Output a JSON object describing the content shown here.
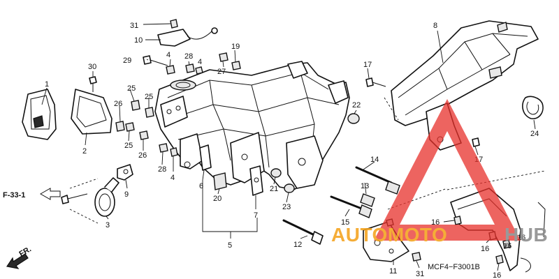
{
  "diagram": {
    "reference_label": "F-33-1",
    "front_label": "FR.",
    "drawing_code": "MCF4−F3001B",
    "callouts": {
      "c1": "1",
      "c2": "2",
      "c3": "3",
      "c4a": "4",
      "c4b": "4",
      "c4c": "4",
      "c5": "5",
      "c6": "6",
      "c7": "7",
      "c8": "8",
      "c9": "9",
      "c10": "10",
      "c11": "11",
      "c12": "12",
      "c13": "13",
      "c14": "14",
      "c15": "15",
      "c16a": "16",
      "c16b": "16",
      "c16c": "16",
      "c16d": "16",
      "c16e": "16",
      "c17a": "17",
      "c17b": "17",
      "c19": "19",
      "c20": "20",
      "c21": "21",
      "c22": "22",
      "c23": "23",
      "c24": "24",
      "c25a": "25",
      "c25b": "25",
      "c25c": "25",
      "c26a": "26",
      "c26b": "26",
      "c27": "27",
      "c28a": "28",
      "c28b": "28",
      "c29": "29",
      "c30": "30",
      "c31a": "31",
      "c31b": "31"
    }
  },
  "watermark": {
    "text_orange": "AUTOMOTO",
    "text_grey": "HUB",
    "color_red": "#e8302a",
    "color_orange": "#f4a21c",
    "color_grey": "#8c8c8c"
  }
}
